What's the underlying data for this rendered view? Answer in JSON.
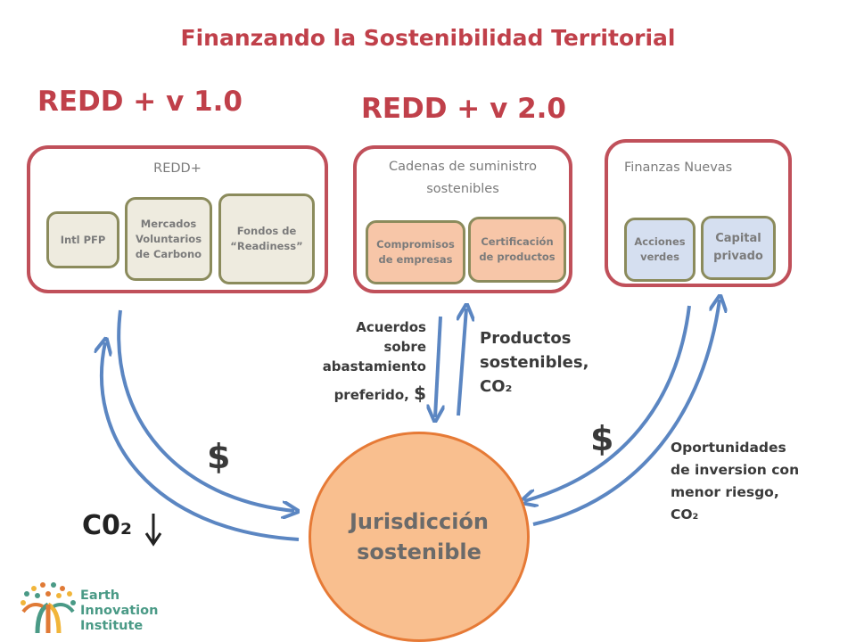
{
  "title": "Finanzando la Sostenibilidad Territorial",
  "versions": {
    "v1": "REDD + v 1.0",
    "v2": "REDD + v 2.0"
  },
  "panels": {
    "redd": {
      "label": "REDD+",
      "boxes": [
        "Intl PFP",
        "Mercados Voluntarios de Carbono",
        "Fondos de “Readiness”"
      ]
    },
    "cadenas": {
      "label": "Cadenas de suministro sostenibles",
      "boxes": [
        "Compromisos de empresas",
        "Certificación de productos"
      ]
    },
    "finanzas": {
      "label": "Finanzas Nuevas",
      "boxes": [
        "Acciones verdes",
        "Capital privado"
      ]
    }
  },
  "center": {
    "line1": "Jurisdicción",
    "line2": "sostenible"
  },
  "labels": {
    "acuerdos": [
      "Acuerdos",
      "sobre",
      "abastamiento"
    ],
    "acuerdos_last": "preferido, ",
    "acuerdos_dollar": "$",
    "productos": [
      "Productos",
      "sostenibles,",
      "CO₂"
    ],
    "dollar_left": "$",
    "dollar_right": "$",
    "co2_left": "C0₂",
    "oportunidades": [
      "Oportunidades",
      "de inversion con",
      "menor riesgo,",
      "CO₂"
    ]
  },
  "logo": {
    "line1": "Earth",
    "line2": "Innovation",
    "line3": "Institute"
  },
  "colors": {
    "accent": "#c0404a",
    "panel_border": "#c0505a",
    "arrow": "#5b86c2",
    "circle_fill": "#f9bf8f",
    "circle_border": "#e67a36"
  }
}
